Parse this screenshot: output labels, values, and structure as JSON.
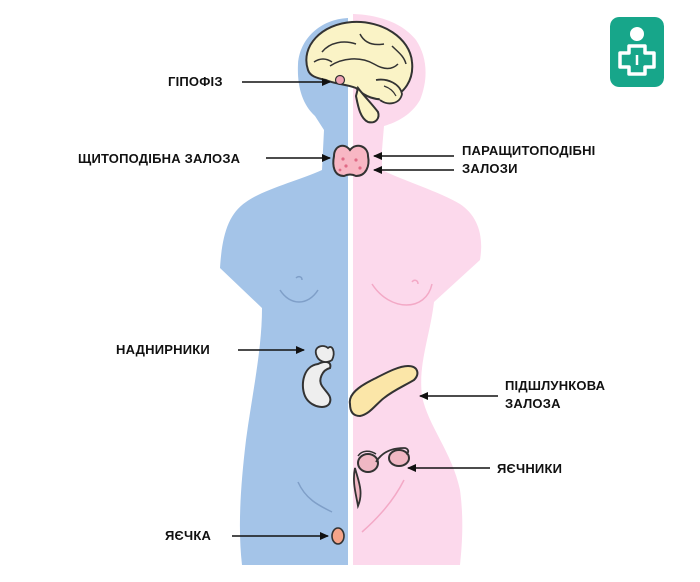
{
  "labels": {
    "pituitary": "ГІПОФІЗ",
    "thyroid": "ЩИТОПОДІБНА ЗАЛОЗА",
    "parathyroid_line1": "ПАРАЩИТОПОДІБНІ",
    "parathyroid_line2": "ЗАЛОЗИ",
    "adrenals": "НАДНИРНИКИ",
    "pancreas_line1": "ПІДШЛУНКОВА",
    "pancreas_line2": "ЗАЛОЗА",
    "ovaries": "ЯЄЧНИКИ",
    "testes": "ЯЄЧКА"
  },
  "colors": {
    "male_body": "#a4c4e8",
    "female_body": "#fcd9ec",
    "brain": "#faf3c6",
    "thyroid": "#f8b7c4",
    "adrenal": "#eeeeee",
    "pancreas": "#fbe6a8",
    "ovary": "#f0b8c4",
    "testis": "#f5a489",
    "logo": "#17a68a",
    "outline": "#333333",
    "text": "#111111"
  },
  "icons": {
    "logo": "medical-cross-person-icon"
  }
}
